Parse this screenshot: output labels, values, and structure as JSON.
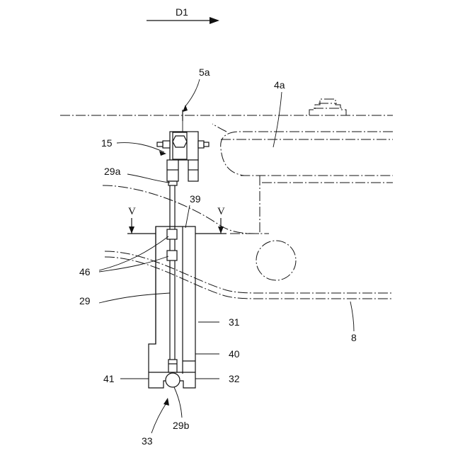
{
  "direction_label": "D1",
  "labels": {
    "l5a": "5a",
    "l4a": "4a",
    "l15": "15",
    "l29a": "29a",
    "l39": "39",
    "lv_left": "V",
    "lv_right": "V",
    "l46": "46",
    "l29": "29",
    "l31": "31",
    "l8": "8",
    "l40": "40",
    "l41": "41",
    "l32": "32",
    "l29b": "29b",
    "l33": "33"
  }
}
